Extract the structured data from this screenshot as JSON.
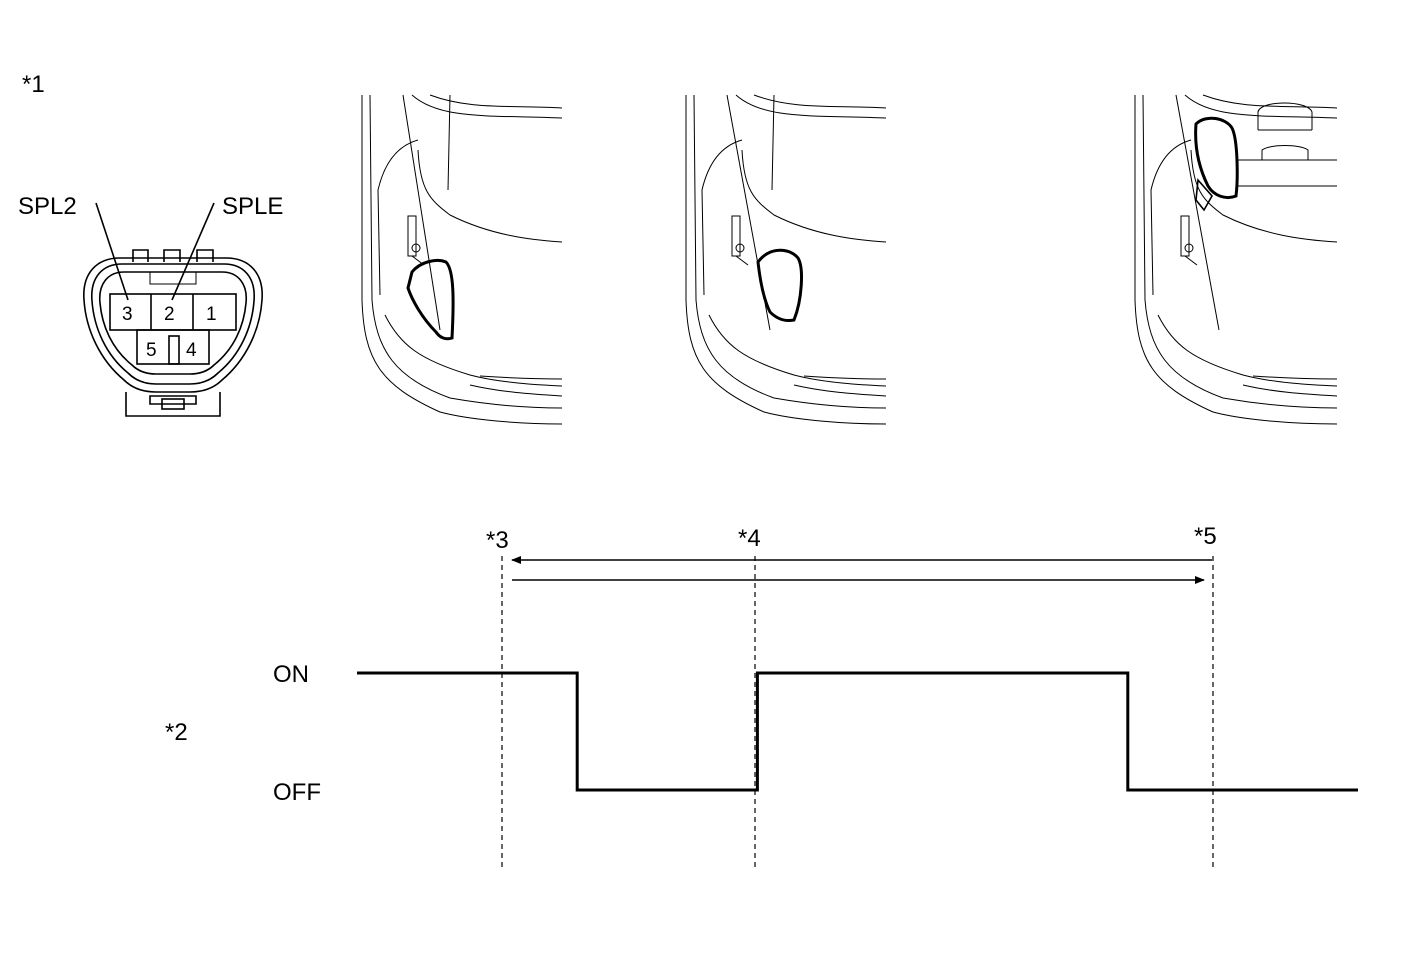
{
  "callouts": {
    "c1": "*1",
    "c2": "*2",
    "c3": "*3",
    "c4": "*4",
    "c5": "*5"
  },
  "connector": {
    "label_left": "SPL2",
    "label_right": "SPLE",
    "pins": [
      "3",
      "2",
      "1",
      "5",
      "4"
    ]
  },
  "signal": {
    "on_label": "ON",
    "off_label": "OFF"
  },
  "chart_data": {
    "type": "line",
    "y_levels": [
      "OFF",
      "ON"
    ],
    "markers": [
      "*3",
      "*4",
      "*5"
    ],
    "series": [
      {
        "points": [
          {
            "t": 0.0,
            "state": "ON"
          },
          {
            "t": 0.22,
            "state": "ON"
          },
          {
            "t": 0.22,
            "state": "OFF"
          },
          {
            "t": 0.4,
            "state": "OFF"
          },
          {
            "t": 0.4,
            "state": "ON"
          },
          {
            "t": 0.77,
            "state": "ON"
          },
          {
            "t": 0.77,
            "state": "OFF"
          },
          {
            "t": 1.0,
            "state": "OFF"
          }
        ]
      }
    ]
  }
}
